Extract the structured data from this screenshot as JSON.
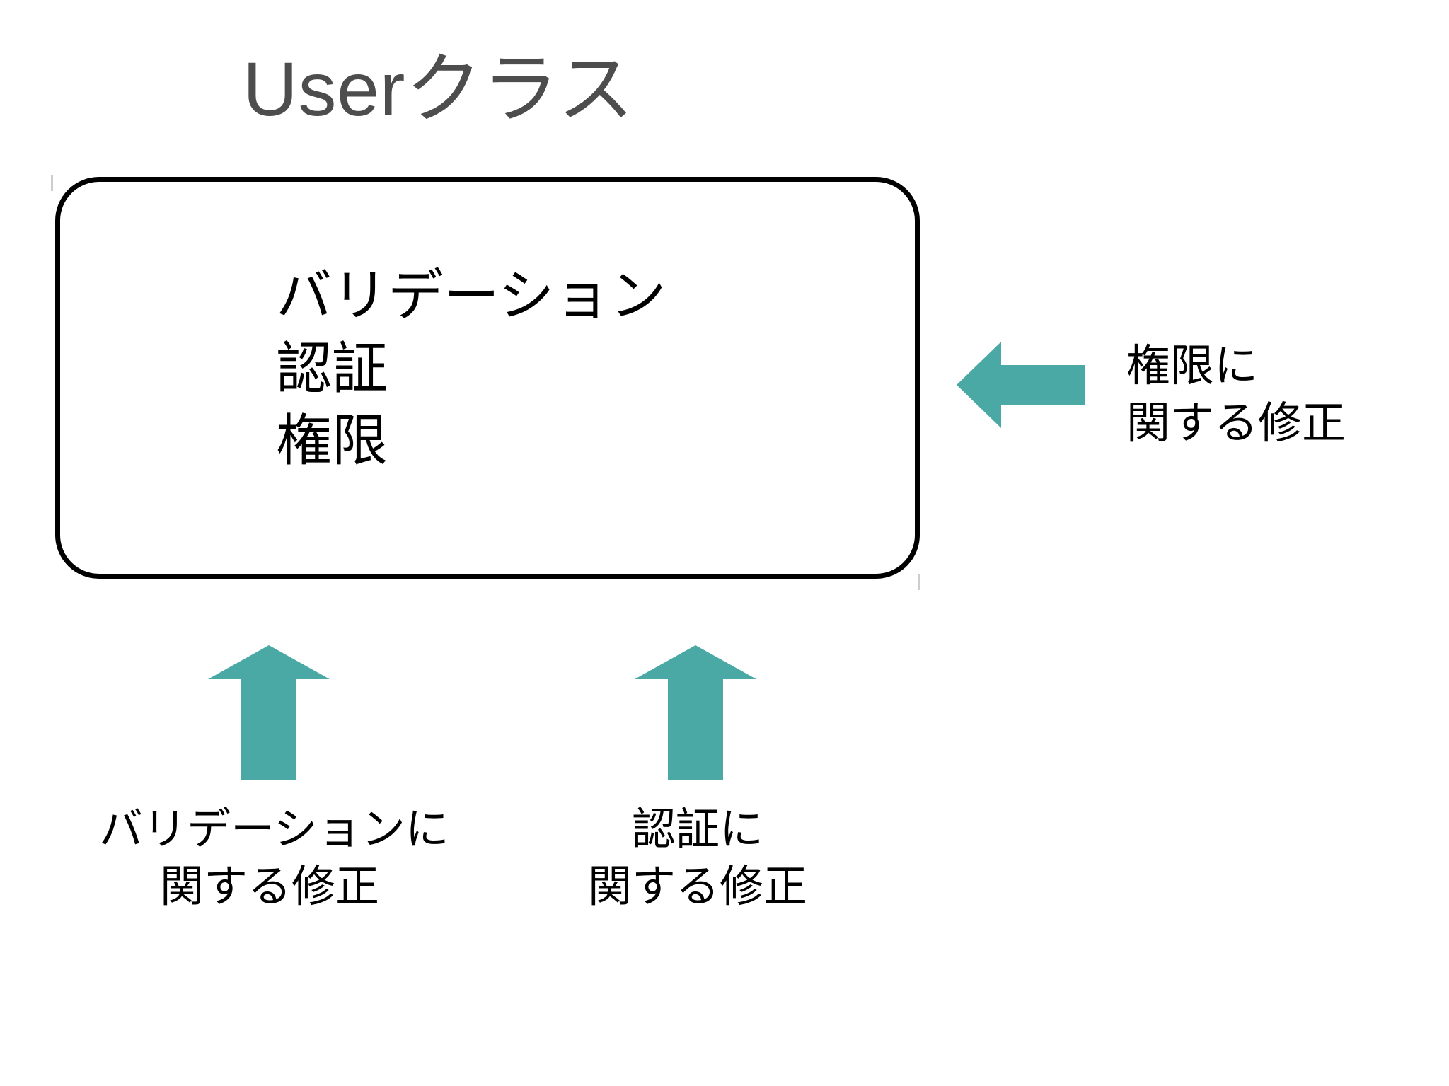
{
  "slide": {
    "background_color": "#ffffff",
    "title": "Userクラス",
    "title_color": "#4d4d4d"
  },
  "class_box": {
    "name": "Userクラス",
    "border_color": "#000000",
    "fill_color": "#ffffff",
    "responsibilities": [
      "バリデーション",
      "認証",
      "権限"
    ]
  },
  "accent": {
    "arrow_color": "#4aa8a5"
  },
  "annotations": [
    {
      "id": "permission",
      "direction": "left",
      "arrow_name": "arrow-left-permission",
      "lines": [
        "権限に",
        "関する修正"
      ],
      "targets": "権限"
    },
    {
      "id": "validation",
      "direction": "up",
      "arrow_name": "arrow-up-validation",
      "lines": [
        "バリデーションに",
        "関する修正"
      ],
      "targets": "バリデーション"
    },
    {
      "id": "authentication",
      "direction": "up",
      "arrow_name": "arrow-up-auth",
      "lines": [
        "認証に",
        "関する修正"
      ],
      "targets": "認証"
    }
  ]
}
